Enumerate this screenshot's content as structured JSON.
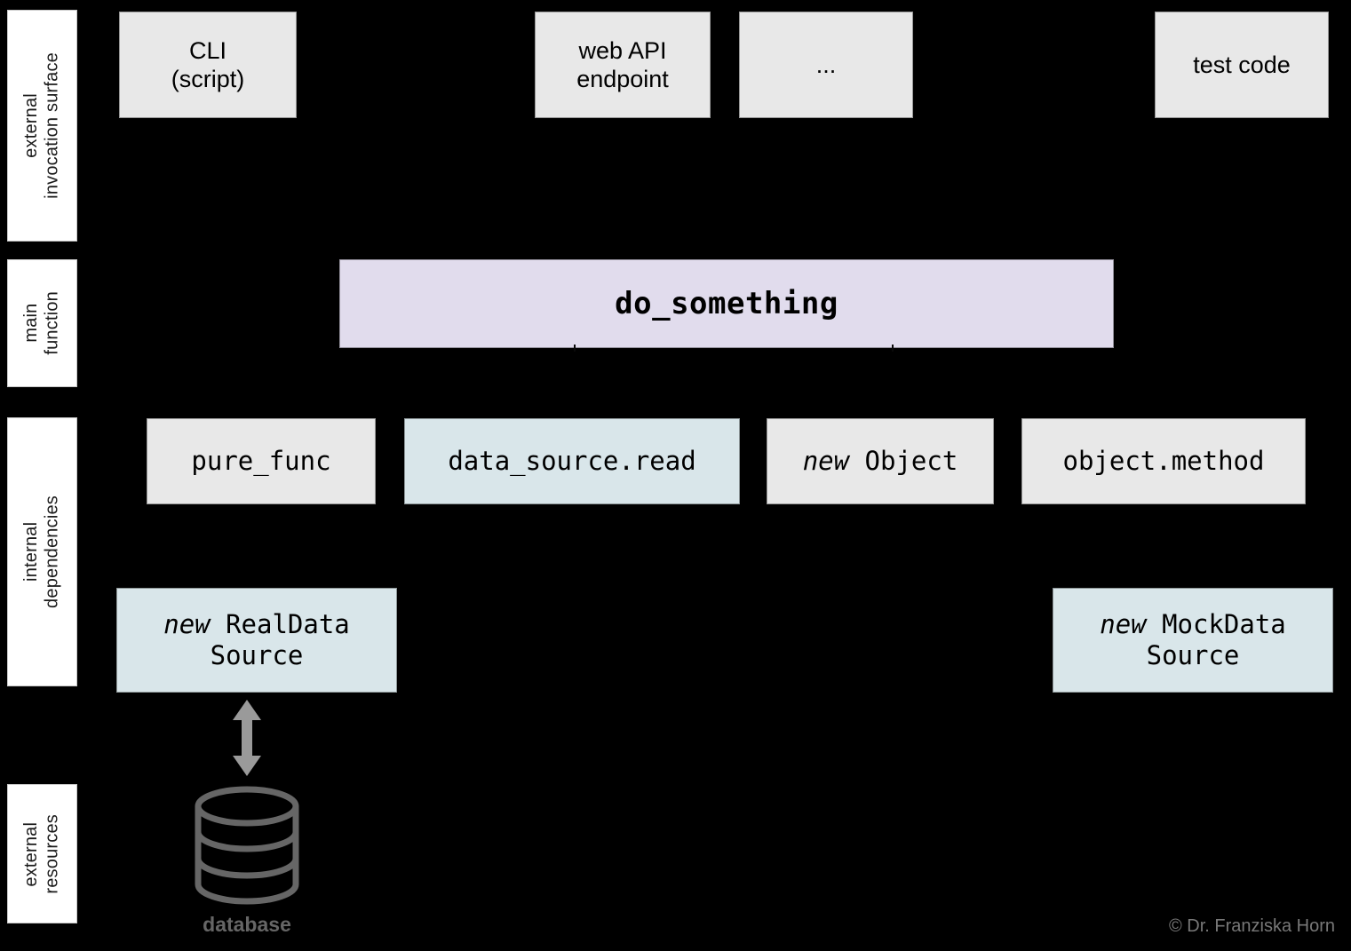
{
  "diagram": {
    "title": "do_something dependency layers",
    "background_color": "#000000",
    "colors": {
      "grey_box": "#e8e8e8",
      "blue_box": "#d9e6ea",
      "lavender_box": "#e1dced",
      "band_box": "#ffffff",
      "glyph_grey": "#666666",
      "copyright_grey": "#787878"
    }
  },
  "bands": [
    {
      "label": "external\ninvocation surface"
    },
    {
      "label": "main\nfunction"
    },
    {
      "label": "internal\ndependencies"
    },
    {
      "label": "external\nresources"
    }
  ],
  "invocation_surface": [
    {
      "label": "CLI\n(script)"
    },
    {
      "label": "web API\nendpoint"
    },
    {
      "label": "..."
    },
    {
      "label": "test code"
    }
  ],
  "main_function": {
    "label": "do_something"
  },
  "internal_dependencies": [
    {
      "keyword": "",
      "label": "pure_func"
    },
    {
      "keyword": "",
      "label": "data_source.read"
    },
    {
      "keyword": "new",
      "label": " Object"
    },
    {
      "keyword": "",
      "label": "object.method"
    }
  ],
  "data_sources": [
    {
      "keyword": "new",
      "label": " RealData\nSource"
    },
    {
      "keyword": "new",
      "label": " MockData\nSource"
    }
  ],
  "external_resources": {
    "database_label": "database",
    "database_icon": "database-cylinder-icon",
    "link_icon": "double-headed-arrow-icon"
  },
  "footer": {
    "copyright": "© Dr. Franziska Horn"
  }
}
